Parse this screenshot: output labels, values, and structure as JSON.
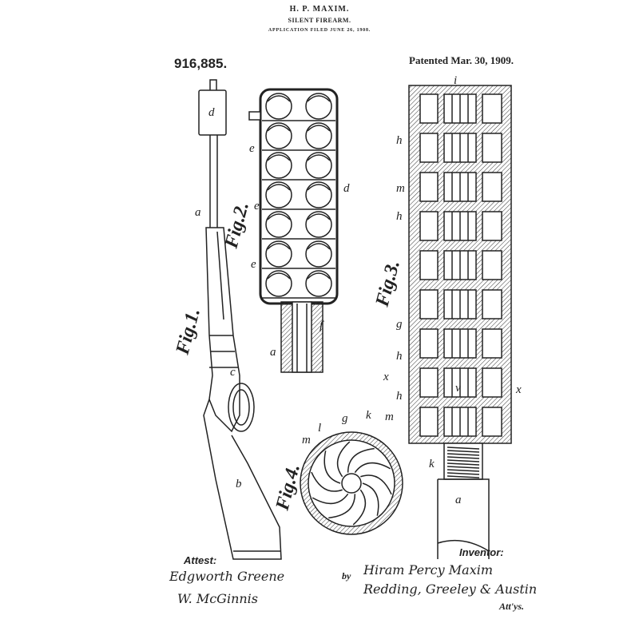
{
  "header": {
    "inventor_name": "H. P. MAXIM.",
    "title": "SILENT FIREARM.",
    "application_filed": "APPLICATION FILED JUNE 26, 1908.",
    "patent_number": "916,885.",
    "patent_date": "Patented Mar. 30, 1909."
  },
  "figures": {
    "fig1": "Fig.1.",
    "fig2": "Fig.2.",
    "fig3": "Fig.3.",
    "fig4": "Fig.4."
  },
  "labels": {
    "a": "a",
    "b": "b",
    "c": "c",
    "d": "d",
    "e": "e",
    "f": "f",
    "g": "g",
    "h": "h",
    "k": "k",
    "l": "l",
    "m": "m",
    "i": "i",
    "v": "v",
    "x": "x"
  },
  "footer": {
    "attest_label": "Attest:",
    "witness_1": "Edgworth Greene",
    "witness_2": "W. McGinnis",
    "inventor_label": "Inventor:",
    "by_label": "by",
    "inventor_signature": "Hiram Percy Maxim",
    "attorneys_signature": "Redding, Greeley & Austin",
    "attys_label": "Att'ys."
  }
}
